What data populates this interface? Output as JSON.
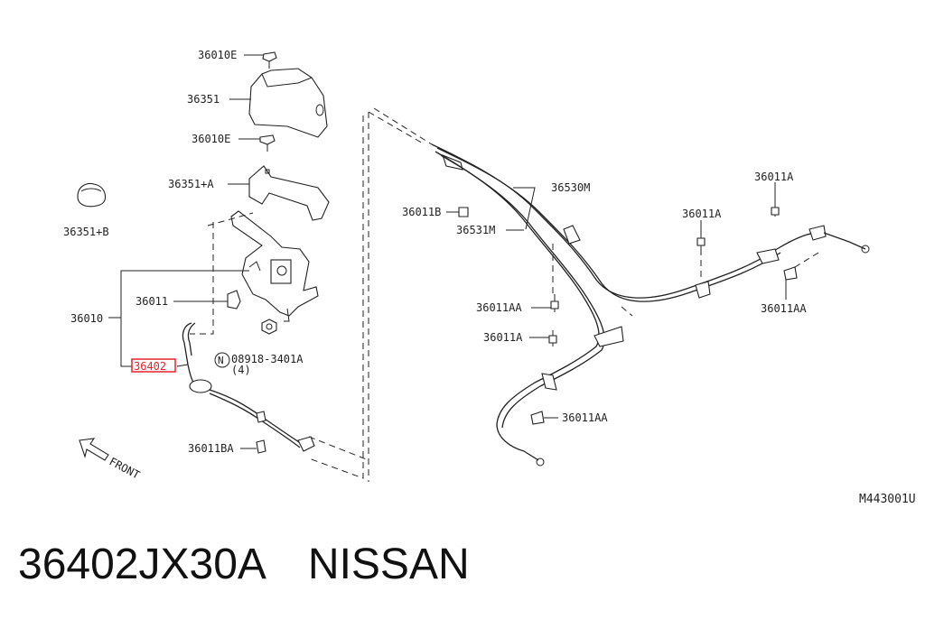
{
  "diagram": {
    "reference_code": "M443001U",
    "highlight_color": "#e8202a",
    "direction_label": "FRONT",
    "labels": {
      "p36010E_top": "36010E",
      "p36351": "36351",
      "p36010E_mid": "36010E",
      "p36351A": "36351+A",
      "p36351B": "36351+B",
      "p36011": "36011",
      "p36010": "36010",
      "p36402": "36402",
      "p08918": "08918-3401A",
      "p08918_qty": "(4)",
      "p08918_prefix": "N",
      "p36011BA": "36011BA",
      "p36011B": "36011B",
      "p36530M": "36530M",
      "p36531M": "36531M",
      "p36011A_right": "36011A",
      "p36011A_mid": "36011A",
      "p36011AA_right": "36011AA",
      "p36011AA_mid": "36011AA",
      "p36011A_low": "36011A",
      "p36011AA_low": "36011AA"
    }
  },
  "caption": {
    "part_number": "36402JX30A",
    "brand": "NISSAN"
  }
}
